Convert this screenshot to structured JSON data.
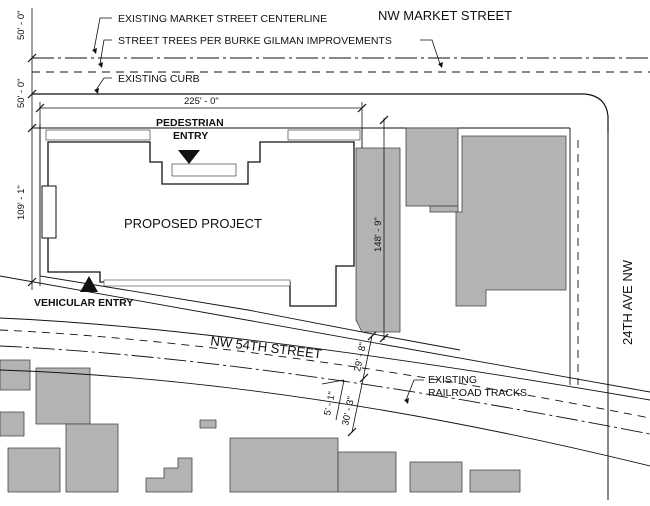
{
  "streets": {
    "north": "NW MARKET STREET",
    "south": "NW 54TH STREET",
    "east": "24TH AVE NW"
  },
  "callouts": {
    "centerline": "EXISTING MARKET STREET CENTERLINE",
    "street_trees": "STREET TREES PER BURKE GILMAN IMPROVEMENTS",
    "curb": "EXISTING CURB",
    "railroad_line1": "EXISTING",
    "railroad_line2": "RAILROAD TRACKS"
  },
  "project": {
    "label": "PROPOSED PROJECT",
    "pedestrian_line1": "PEDESTRIAN",
    "pedestrian_line2": "ENTRY",
    "vehicular": "VEHICULAR ENTRY"
  },
  "dimensions": {
    "market_half_width": "50' - 0\"",
    "market_sidewalk": "50' - 0\"",
    "lot_width": "225' - 0\"",
    "lot_depth_west": "109' - 1\"",
    "lot_depth_east": "148' - 9\"",
    "row_north": "29' - 8\"",
    "row_south": "30' - 3\"",
    "rail_offset": "5' - 1\""
  }
}
